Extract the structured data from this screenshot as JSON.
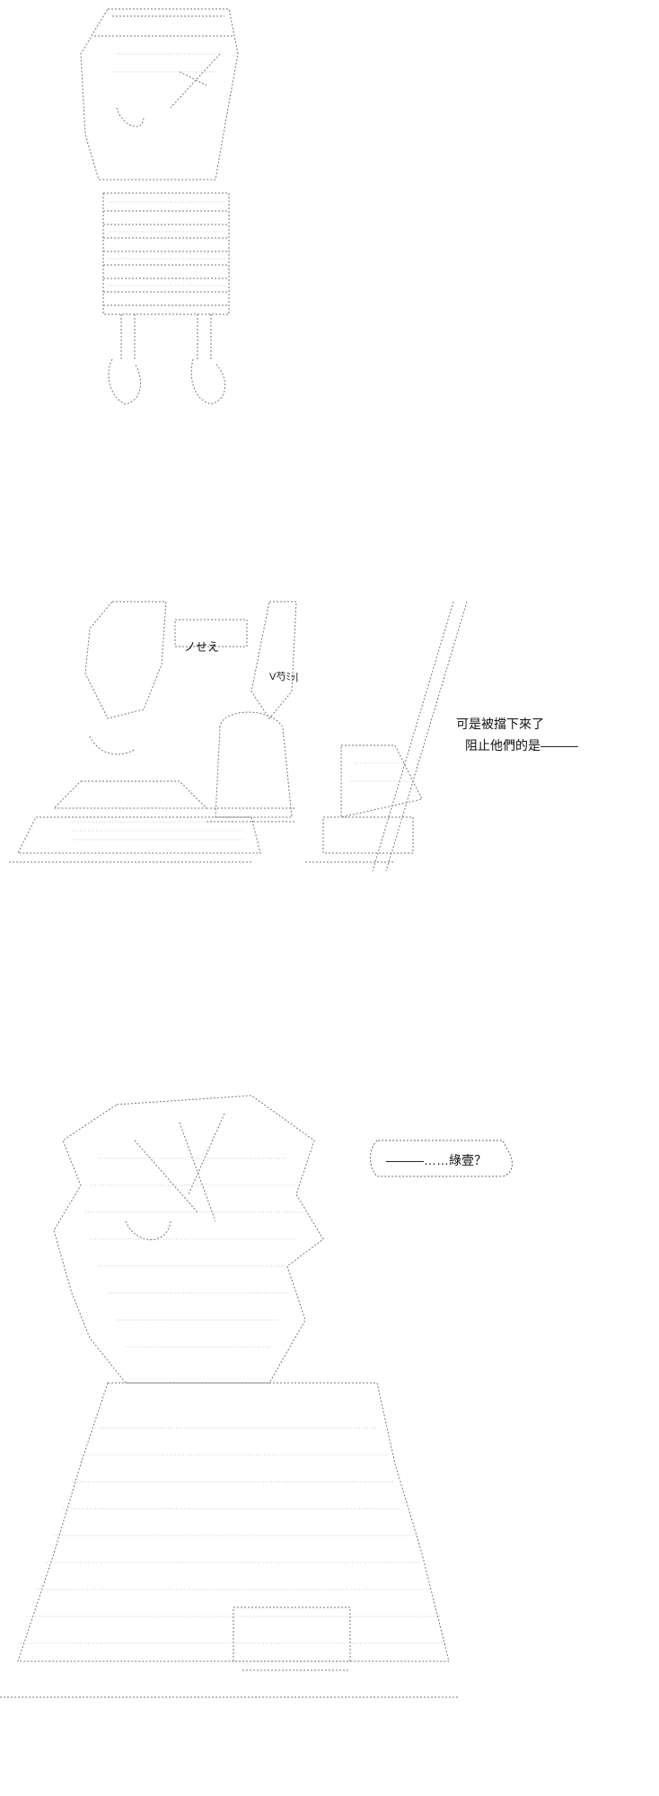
{
  "panel2": {
    "line1": "可是被擋下來了",
    "line2": "阻止他們的是———"
  },
  "panel3": {
    "bubble": "———……綠壹？"
  },
  "figure_labels": {
    "sign_text": "ノせえ",
    "mark_text": "V芍ﾐｯ|"
  }
}
